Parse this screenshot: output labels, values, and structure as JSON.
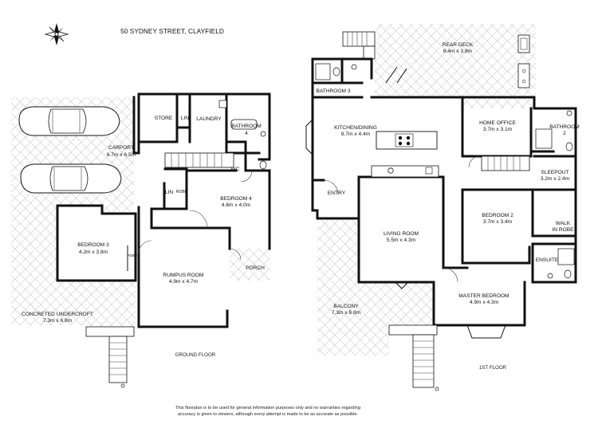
{
  "title": "50 SYDNEY STREET, CLAYFIELD",
  "ground_floor": {
    "label": "GROUND FLOOR",
    "rooms": {
      "store": "STORE",
      "lin_top": "LIN",
      "laundry": "LAUNDRY",
      "bathroom4_name": "BATHROOM",
      "bathroom4_num": "4",
      "carport_name": "CARPORT",
      "carport_size": "6.7m x 6.5m",
      "wc": "WC",
      "lin_mid": "LIN",
      "robe_mid": "ROBE",
      "bedroom4_name": "BEDROOM 4",
      "bedroom4_size": "4.6m x 4.0m",
      "bedroom3_name": "BEDROOM 3",
      "bedroom3_size": "4.2m x 3.8m",
      "robe_b3": "ROBE",
      "rumpus_name": "RUMPUS ROOM",
      "rumpus_size": "4.9m x 4.7m",
      "porch": "PORCH",
      "undercroft_name": "CONCRETED UNDERCROFT",
      "undercroft_size": "7.3m x 6.8m"
    }
  },
  "first_floor": {
    "label": "1ST FLOOR",
    "rooms": {
      "rear_deck_name": "REAR DECK",
      "rear_deck_size": "8.4m x 3.8m",
      "bathroom3": "BATHROOM 3",
      "kitchen_name": "KITCHEN/DINING",
      "kitchen_size": "8.7m x 4.4m",
      "home_office_name": "HOME OFFICE",
      "home_office_size": "3.7m x 3.1m",
      "bathroom2_name": "BATHROOM",
      "bathroom2_num": "2",
      "sleepout_name": "SLEEPOUT",
      "sleepout_size": "3.2m x 2.4m",
      "entry": "ENTRY",
      "bedroom2_name": "BEDROOM 2",
      "bedroom2_size": "3.7m x 3.4m",
      "walk_in_robe_1": "WALK",
      "walk_in_robe_2": "IN ROBE",
      "living_name": "LIVING ROOM",
      "living_size": "5.5m x 4.3m",
      "ensuite": "ENSUITE",
      "master_name": "MASTER BEDROOM",
      "master_size": "4.9m x 4.3m",
      "balcony_name": "BALCONY",
      "balcony_size": "7.3m x 6.8m"
    }
  },
  "disclaimer_line1": "This floorplan is to be used for general information purposes only and no warranties regarding",
  "disclaimer_line2": "accuracy is given to viewers, although every attempt is made to be as accurate as possible.",
  "compass_icon": "compass-rose-icon",
  "colors": {
    "wall": "#111111",
    "hatch": "#9a9a9a",
    "background": "#ffffff"
  }
}
